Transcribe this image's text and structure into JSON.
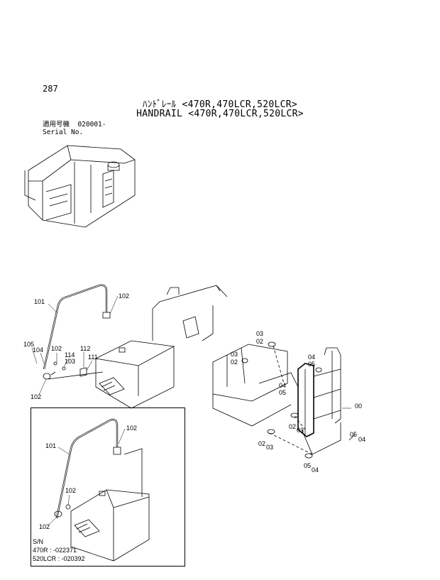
{
  "page_number": "287",
  "title_jp": "ﾊﾝﾄﾞﾚｰﾙ <470R,470LCR,520LCR>",
  "title_en": "HANDRAIL <470R,470LCR,520LCR>",
  "serial_label_jp": "適用号機  020001-",
  "serial_label_en": "Serial No.",
  "main_callouts": [
    "101",
    "102",
    "105",
    "104",
    "102",
    "114",
    "112",
    "103",
    "111",
    "102",
    "03",
    "02",
    "03",
    "02",
    "04",
    "05",
    "04",
    "05",
    "00",
    "02",
    "03",
    "02",
    "03",
    "05",
    "04",
    "05",
    "04"
  ],
  "inset": {
    "callouts": [
      "101",
      "102",
      "102",
      "102"
    ],
    "sn_label": "S/N",
    "sn_470r": "470R : -022371",
    "sn_520lcr": "520LCR : -020392"
  }
}
